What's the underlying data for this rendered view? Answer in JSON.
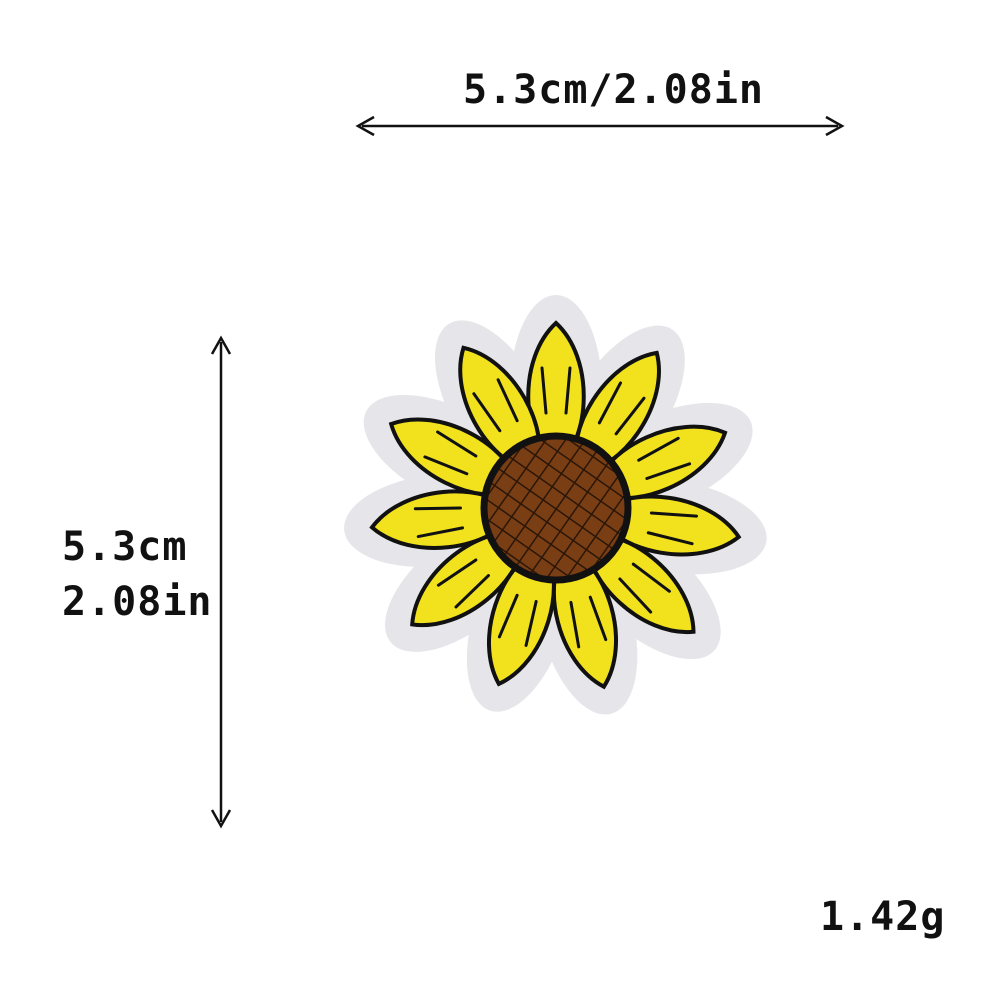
{
  "dimensions": {
    "width_label": "5.3cm/2.08in",
    "height_label_cm": "5.3cm",
    "height_label_in": "2.08in"
  },
  "weight_label": "1.42g",
  "colors": {
    "petal": "#f1e21d",
    "petal_outline": "#111111",
    "center": "#7a3e14",
    "patch_border": "#e4e4e8",
    "arrow": "#111111"
  }
}
